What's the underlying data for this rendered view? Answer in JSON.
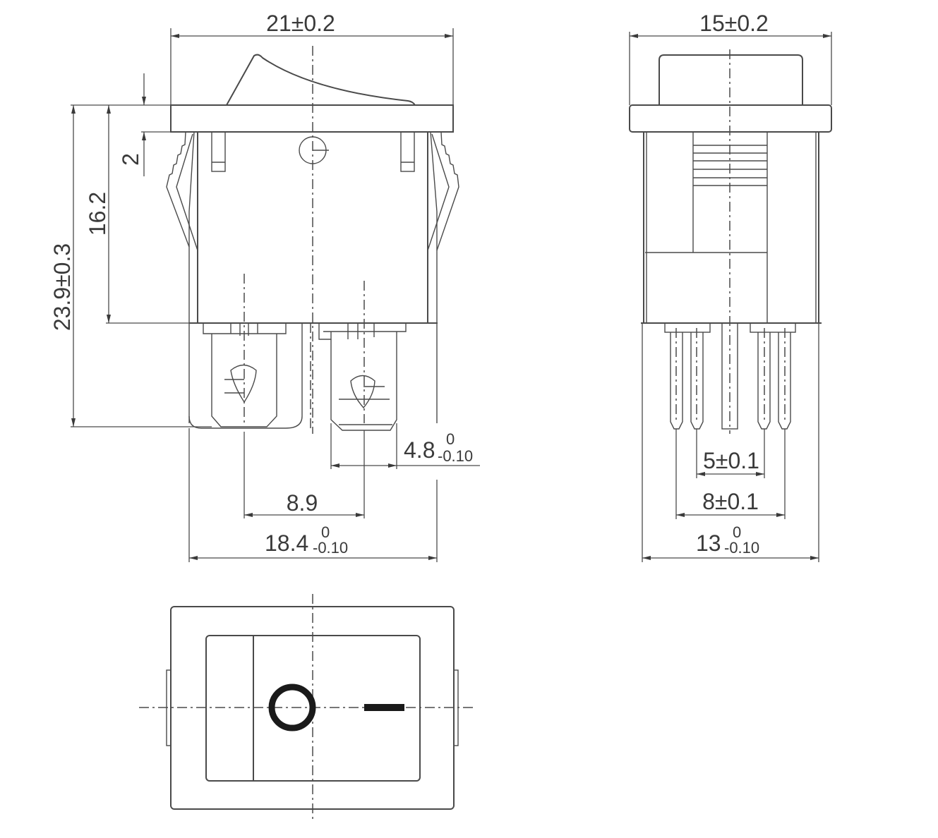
{
  "drawing": {
    "subject": "rocker switch dimensional drawing",
    "units": "mm",
    "line_color": "#4a4a4a",
    "background": "#ffffff"
  },
  "front_view": {
    "dims": {
      "overall_width": "21±0.2",
      "flange_thickness": "2",
      "body_height": "16.2",
      "overall_height": "23.9±0.3",
      "terminal_width_base": "4.8",
      "terminal_width_tol_upper": "0",
      "terminal_width_tol_lower": "-0.10",
      "terminal_pitch": "8.9",
      "body_width_base": "18.4",
      "body_width_tol_upper": "0",
      "body_width_tol_lower": "-0.10"
    }
  },
  "side_view": {
    "dims": {
      "flange_width": "15±0.2",
      "inner_pin_pitch": "5±0.1",
      "outer_pin_pitch": "8±0.1",
      "body_depth_base": "13",
      "body_depth_tol_upper": "0",
      "body_depth_tol_lower": "-0.10"
    }
  },
  "top_view": {
    "symbols": {
      "off": "O",
      "on": "I"
    }
  }
}
